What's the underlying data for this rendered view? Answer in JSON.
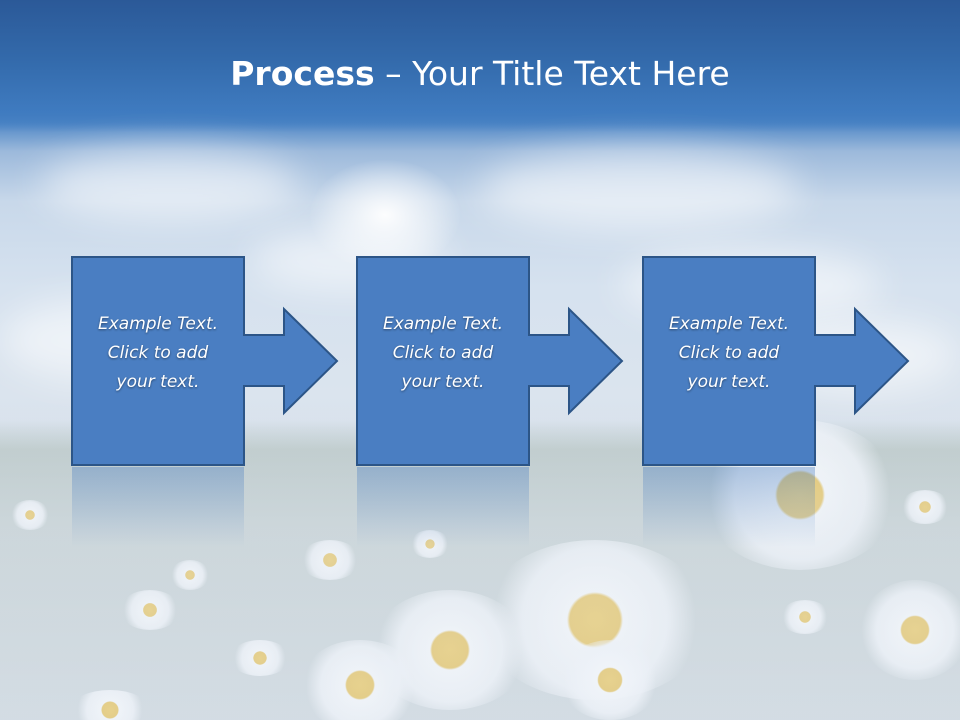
{
  "slide": {
    "title_bold": "Process",
    "title_rest": " – Your Title Text Here"
  },
  "process_steps": [
    {
      "lines": [
        "Example Text.",
        "Click  to add",
        "your text."
      ]
    },
    {
      "lines": [
        "Example Text.",
        "Click  to add",
        "your text."
      ]
    },
    {
      "lines": [
        "Example Text.",
        "Click  to add",
        "your text."
      ]
    }
  ],
  "colors": {
    "box_fill": "#4a7ec2",
    "box_border": "#2c5587",
    "title_band": "#336aab",
    "text": "#ffffff"
  }
}
